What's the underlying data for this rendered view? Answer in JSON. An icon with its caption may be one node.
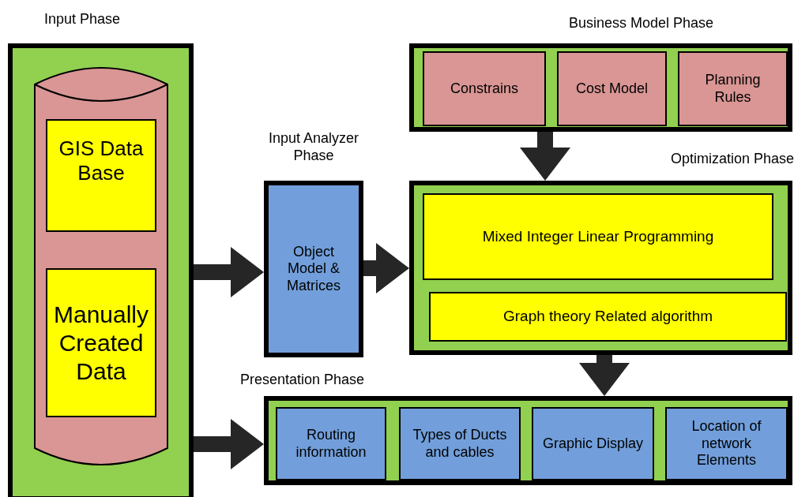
{
  "diagram": {
    "nodes": [
      {
        "text": [
          "Input Phase"
        ]
      },
      {
        "text": [],
        "shape": "cylinder",
        "in": 0
      },
      {
        "text": [
          "GIS Data Base"
        ],
        "in": 1
      },
      {
        "text": [
          "Manually Created Data"
        ],
        "in": 1
      },
      {
        "text": [
          "Business Model Phase"
        ]
      },
      {
        "text": [
          "Constrains"
        ],
        "in": 4
      },
      {
        "text": [
          "Cost Model"
        ],
        "in": 4
      },
      {
        "text": [
          "Planning Rules"
        ],
        "in": 4
      },
      {
        "text": [
          "Input Analyzer Phase",
          "Object Model & Matrices"
        ]
      },
      {
        "text": [
          "Optimization Phase"
        ]
      },
      {
        "text": [
          "Mixed Integer Linear Programming"
        ],
        "in": 9
      },
      {
        "text": [
          "Graph theory Related algorithm"
        ],
        "in": 9
      },
      {
        "text": [
          "Presentation Phase"
        ]
      },
      {
        "text": [
          "Routing information"
        ],
        "in": 12
      },
      {
        "text": [
          "Types of Ducts and cables"
        ],
        "in": 12
      },
      {
        "text": [
          "Graphic Display"
        ],
        "in": 12
      },
      {
        "text": [
          "Location of network Elements"
        ],
        "in": 12
      }
    ],
    "edges": [
      {
        "from": 0,
        "to": 8,
        "arrow": "to"
      },
      {
        "from": 8,
        "to": 9,
        "arrow": "to"
      },
      {
        "from": 4,
        "to": 9,
        "arrow": "to"
      },
      {
        "from": 9,
        "to": 12,
        "arrow": "to"
      },
      {
        "from": 0,
        "to": 12,
        "arrow": "to"
      }
    ]
  }
}
